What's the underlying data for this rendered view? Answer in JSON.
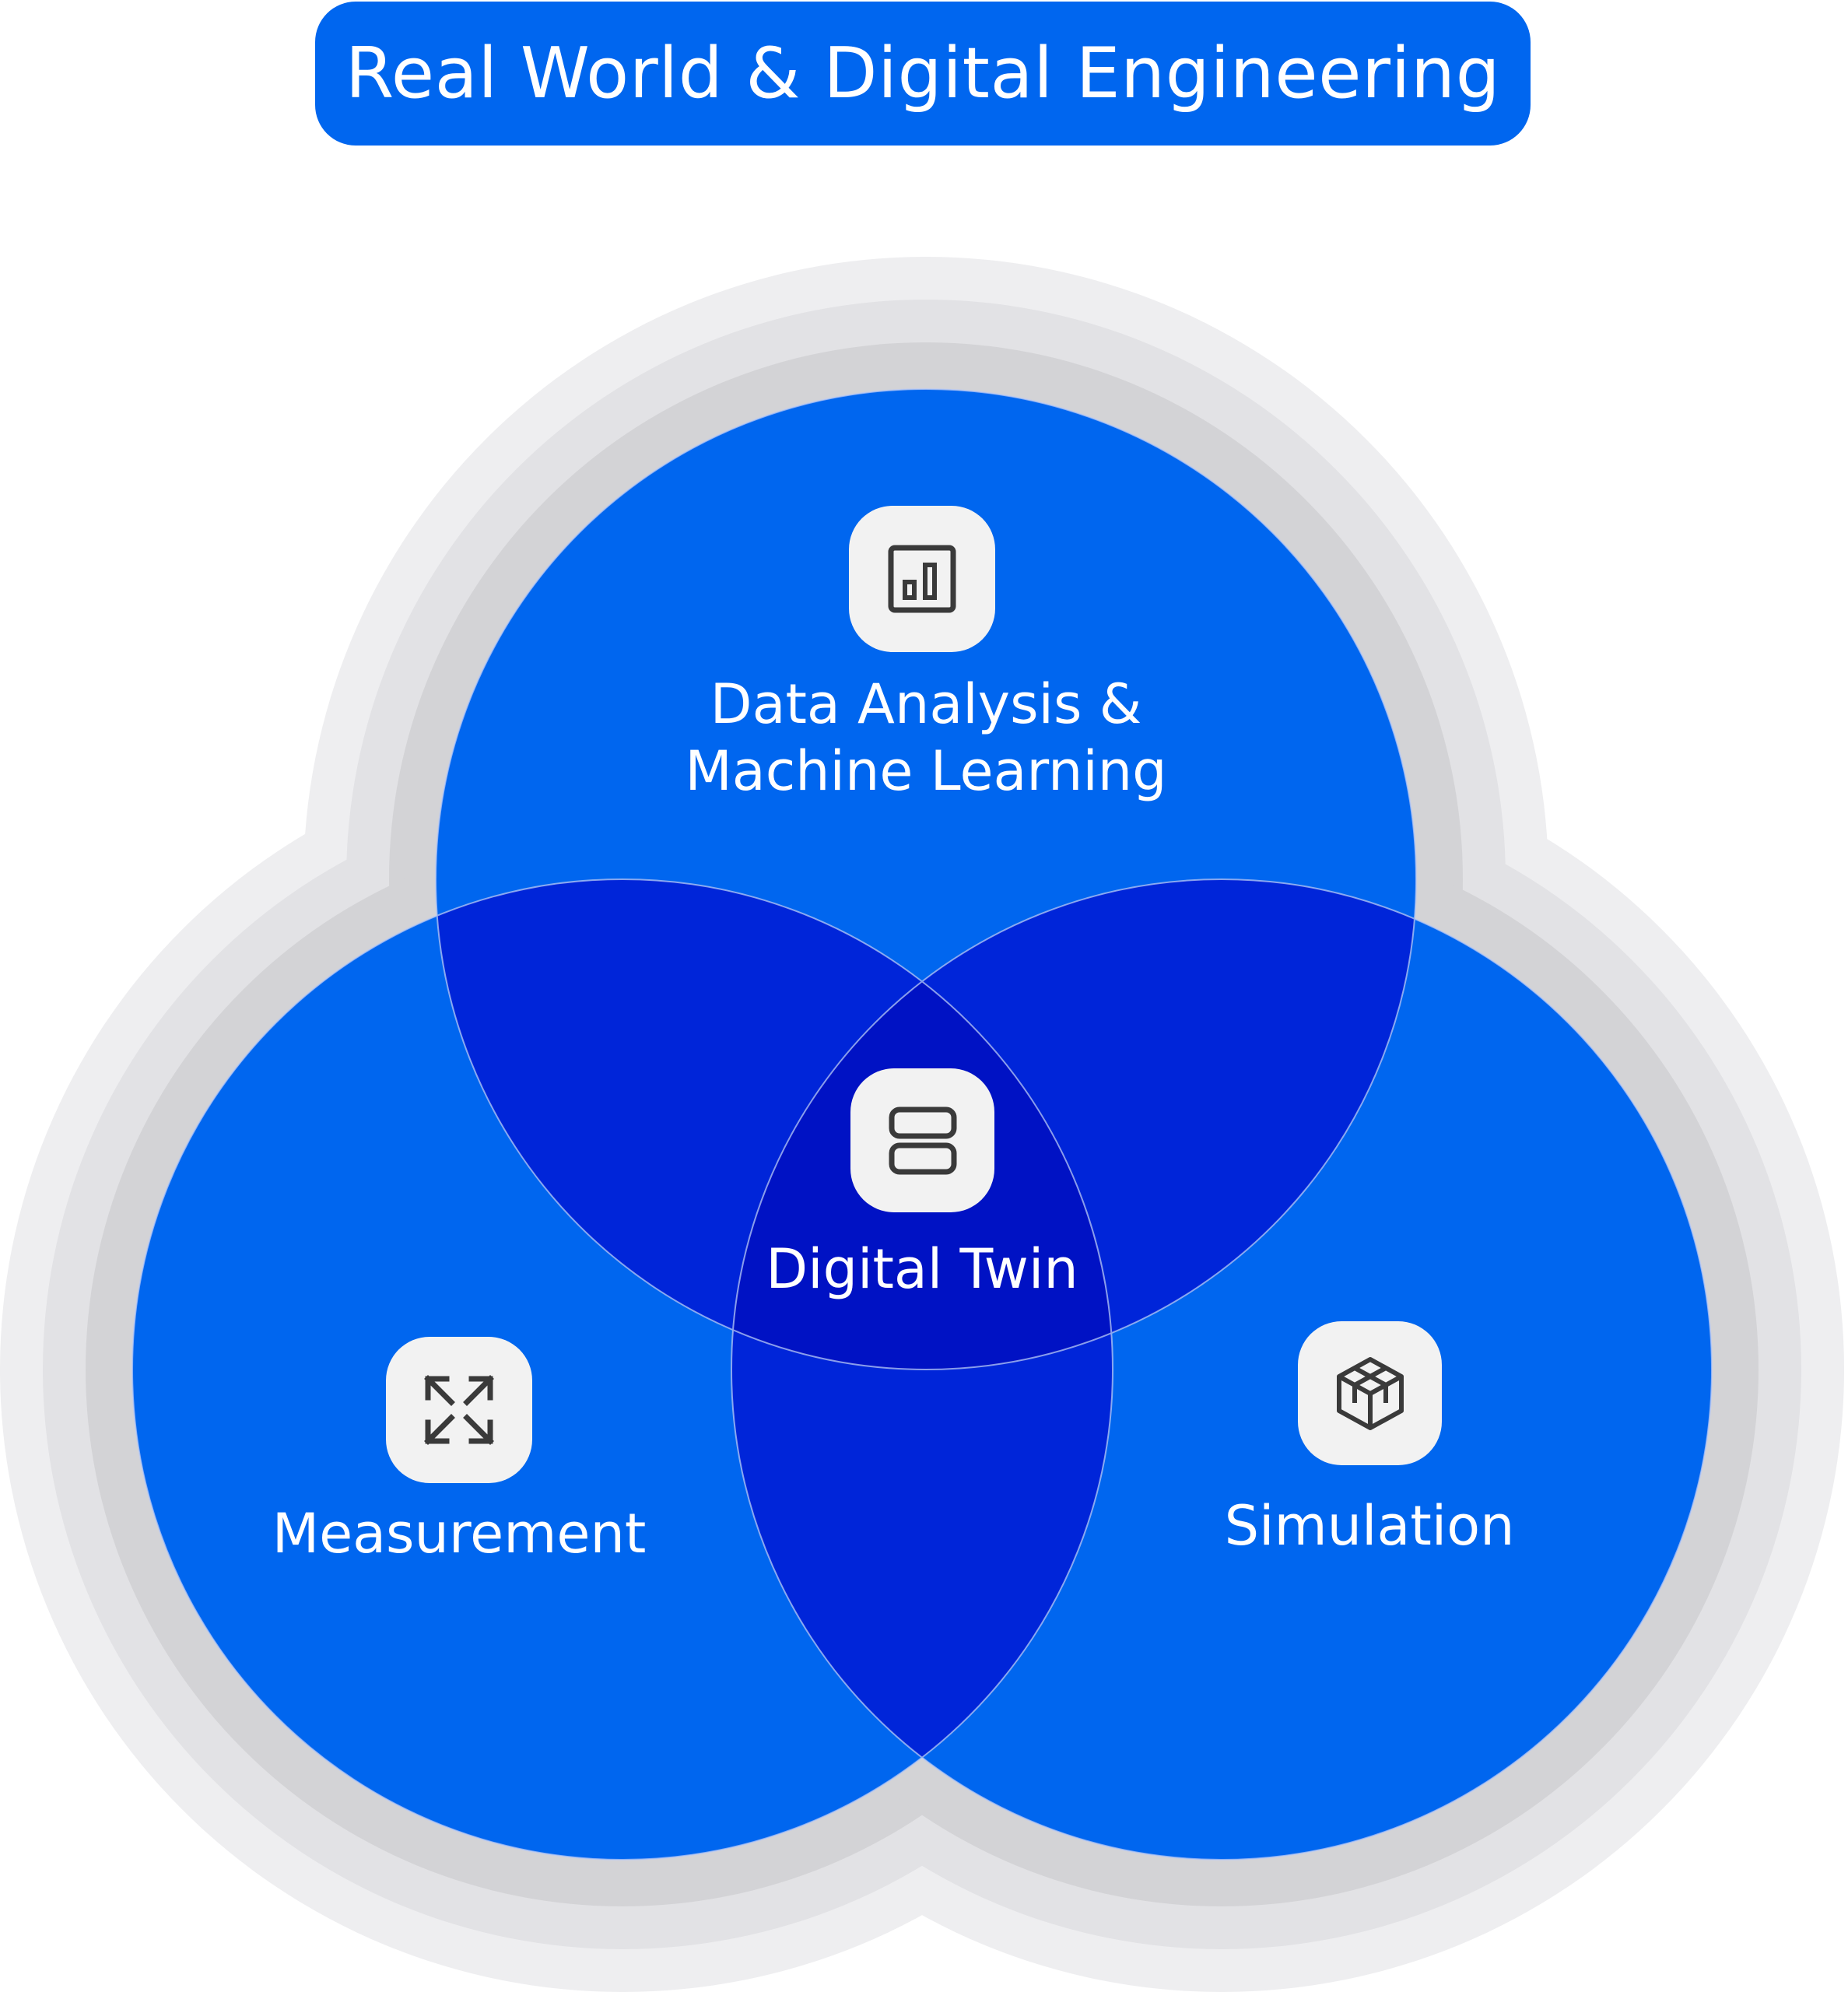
{
  "title": "Real World & Digital Engineering",
  "circles": {
    "top": {
      "label_line1": "Data Analysis &",
      "label_line2": "Machine Learning",
      "icon": "bar-chart-icon"
    },
    "left": {
      "label": "Measurement",
      "icon": "expand-arrows-icon"
    },
    "right": {
      "label": "Simulation",
      "icon": "cube-icon"
    },
    "center": {
      "label": "Digital Twin",
      "icon": "server-stack-icon"
    }
  },
  "colors": {
    "primary": "#0066ef",
    "overlap_two": "#0025d9",
    "overlap_three": "#0012c4",
    "icon_tile": "#f2f2f2",
    "halo_light": "#eeeef0",
    "halo_mid": "#e2e2e5",
    "halo_dark": "#d3d3d6"
  }
}
